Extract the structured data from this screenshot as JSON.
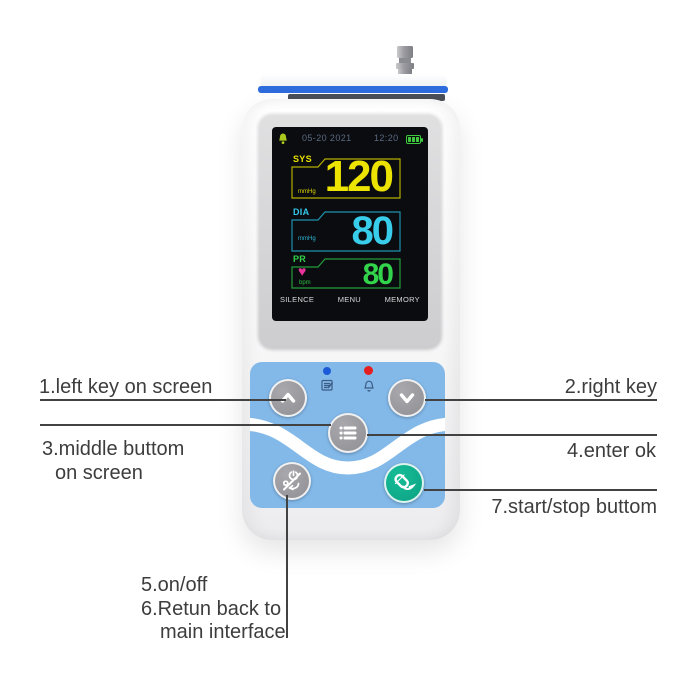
{
  "device": {
    "name": "ambulatory-blood-pressure-monitor",
    "screen": {
      "status_bar": {
        "date": "05-20 2021",
        "time": "12:20",
        "alarm_icon": "bell-icon",
        "battery_icon": "battery-icon"
      },
      "sys": {
        "label": "SYS",
        "value": "120",
        "unit": "mmHg",
        "color": "#ece400"
      },
      "dia": {
        "label": "DIA",
        "value": "80",
        "unit": "mmHg",
        "color": "#38cdea"
      },
      "pr": {
        "label": "PR",
        "value": "80",
        "unit": "bpm",
        "color": "#31d44a",
        "heart_glyph": "♥",
        "heart_color": "#e6329a"
      },
      "softkeys": [
        {
          "label": "SILENCE"
        },
        {
          "label": "MENU"
        },
        {
          "label": "MEMORY"
        }
      ]
    },
    "panel": {
      "color": "#83b9e9",
      "start_button_color": "#10ad8d",
      "led_blue": "#1c5ad8",
      "led_red": "#e51f1f",
      "buttons": [
        {
          "name": "up-key",
          "icon": "chevron-up-icon"
        },
        {
          "name": "down-key",
          "icon": "chevron-down-icon"
        },
        {
          "name": "menu-key",
          "icon": "list-menu-icon"
        },
        {
          "name": "power-return-key",
          "icon": "power-return-icon"
        },
        {
          "name": "start-stop-key",
          "icon": "bp-cuff-icon"
        }
      ]
    }
  },
  "annotations": {
    "left_key": "1.left key on screen",
    "right_key": "2.right key",
    "middle_line1": "3.middle buttom",
    "middle_line2": "on screen",
    "enter_ok": "4.enter ok",
    "on_off": "5.on/off",
    "return_line1": "6.Retun back to",
    "return_line2": "main interface",
    "start_stop": "7.start/stop buttom"
  }
}
